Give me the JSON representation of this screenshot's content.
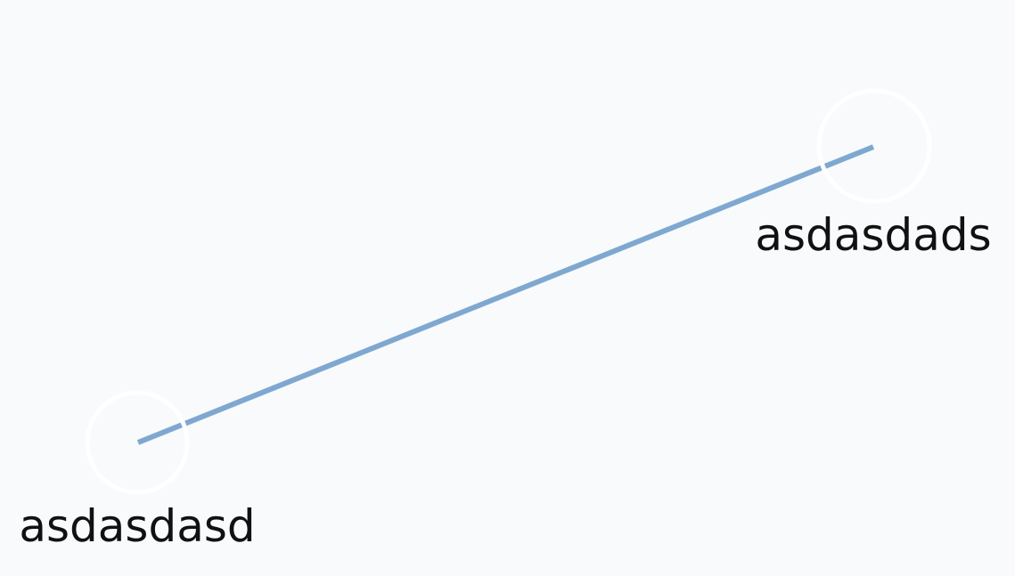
{
  "graph": {
    "nodes": [
      {
        "id": "node-1",
        "label": "asdasdasd"
      },
      {
        "id": "node-2",
        "label": "asdasdads"
      }
    ],
    "edges": [
      {
        "from": "node-1",
        "to": "node-2"
      }
    ]
  },
  "colors": {
    "background": "#f8fafc",
    "edge": "#7fa8d0",
    "node_ring": "#ffffff",
    "label": "#111111"
  }
}
